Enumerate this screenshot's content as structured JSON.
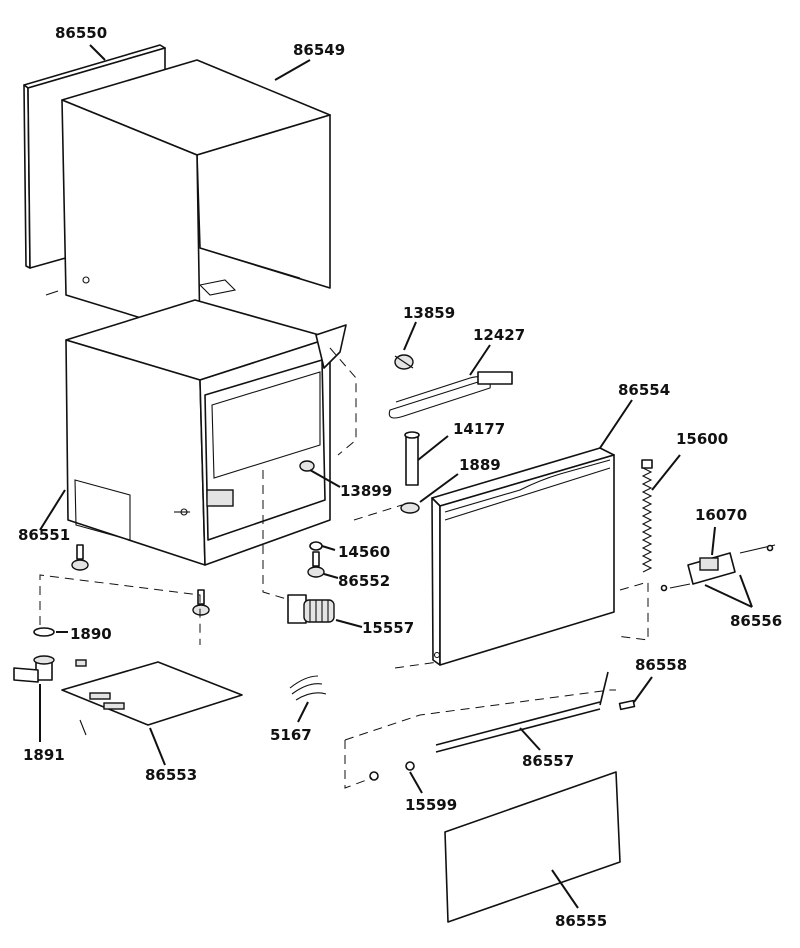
{
  "labels": {
    "p86550": "86550",
    "p86549": "86549",
    "p13859": "13859",
    "p12427": "12427",
    "p86554": "86554",
    "p15600": "15600",
    "p14177": "14177",
    "p1889": "1889",
    "p13899": "13899",
    "p86551": "86551",
    "p14560": "14560",
    "p86552": "86552",
    "p16070": "16070",
    "p86556": "86556",
    "p1890": "1890",
    "p15557": "15557",
    "p86558": "86558",
    "p1891": "1891",
    "p5167": "5167",
    "p86553": "86553",
    "p86557": "86557",
    "p15599": "15599",
    "p86555": "86555"
  }
}
